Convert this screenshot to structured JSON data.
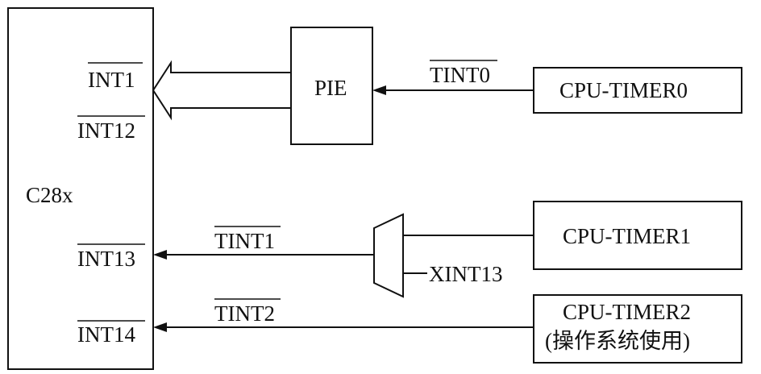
{
  "blocks": {
    "cpu": {
      "label": "C28x"
    },
    "pie": {
      "label": "PIE"
    },
    "timer0": {
      "label": "CPU-TIMER0"
    },
    "timer1": {
      "label": "CPU-TIMER1"
    },
    "timer2": {
      "label": "CPU-TIMER2",
      "sublabel": "(操作系统使用)"
    }
  },
  "cpu_inputs": {
    "int1": "INT1",
    "int12": "INT12",
    "int13": "INT13",
    "int14": "INT14"
  },
  "signals": {
    "tint0": "TINT0",
    "tint1": "TINT1",
    "tint2": "TINT2",
    "xint13": "XINT13"
  },
  "colors": {
    "line": "#111111",
    "background": "#ffffff"
  }
}
